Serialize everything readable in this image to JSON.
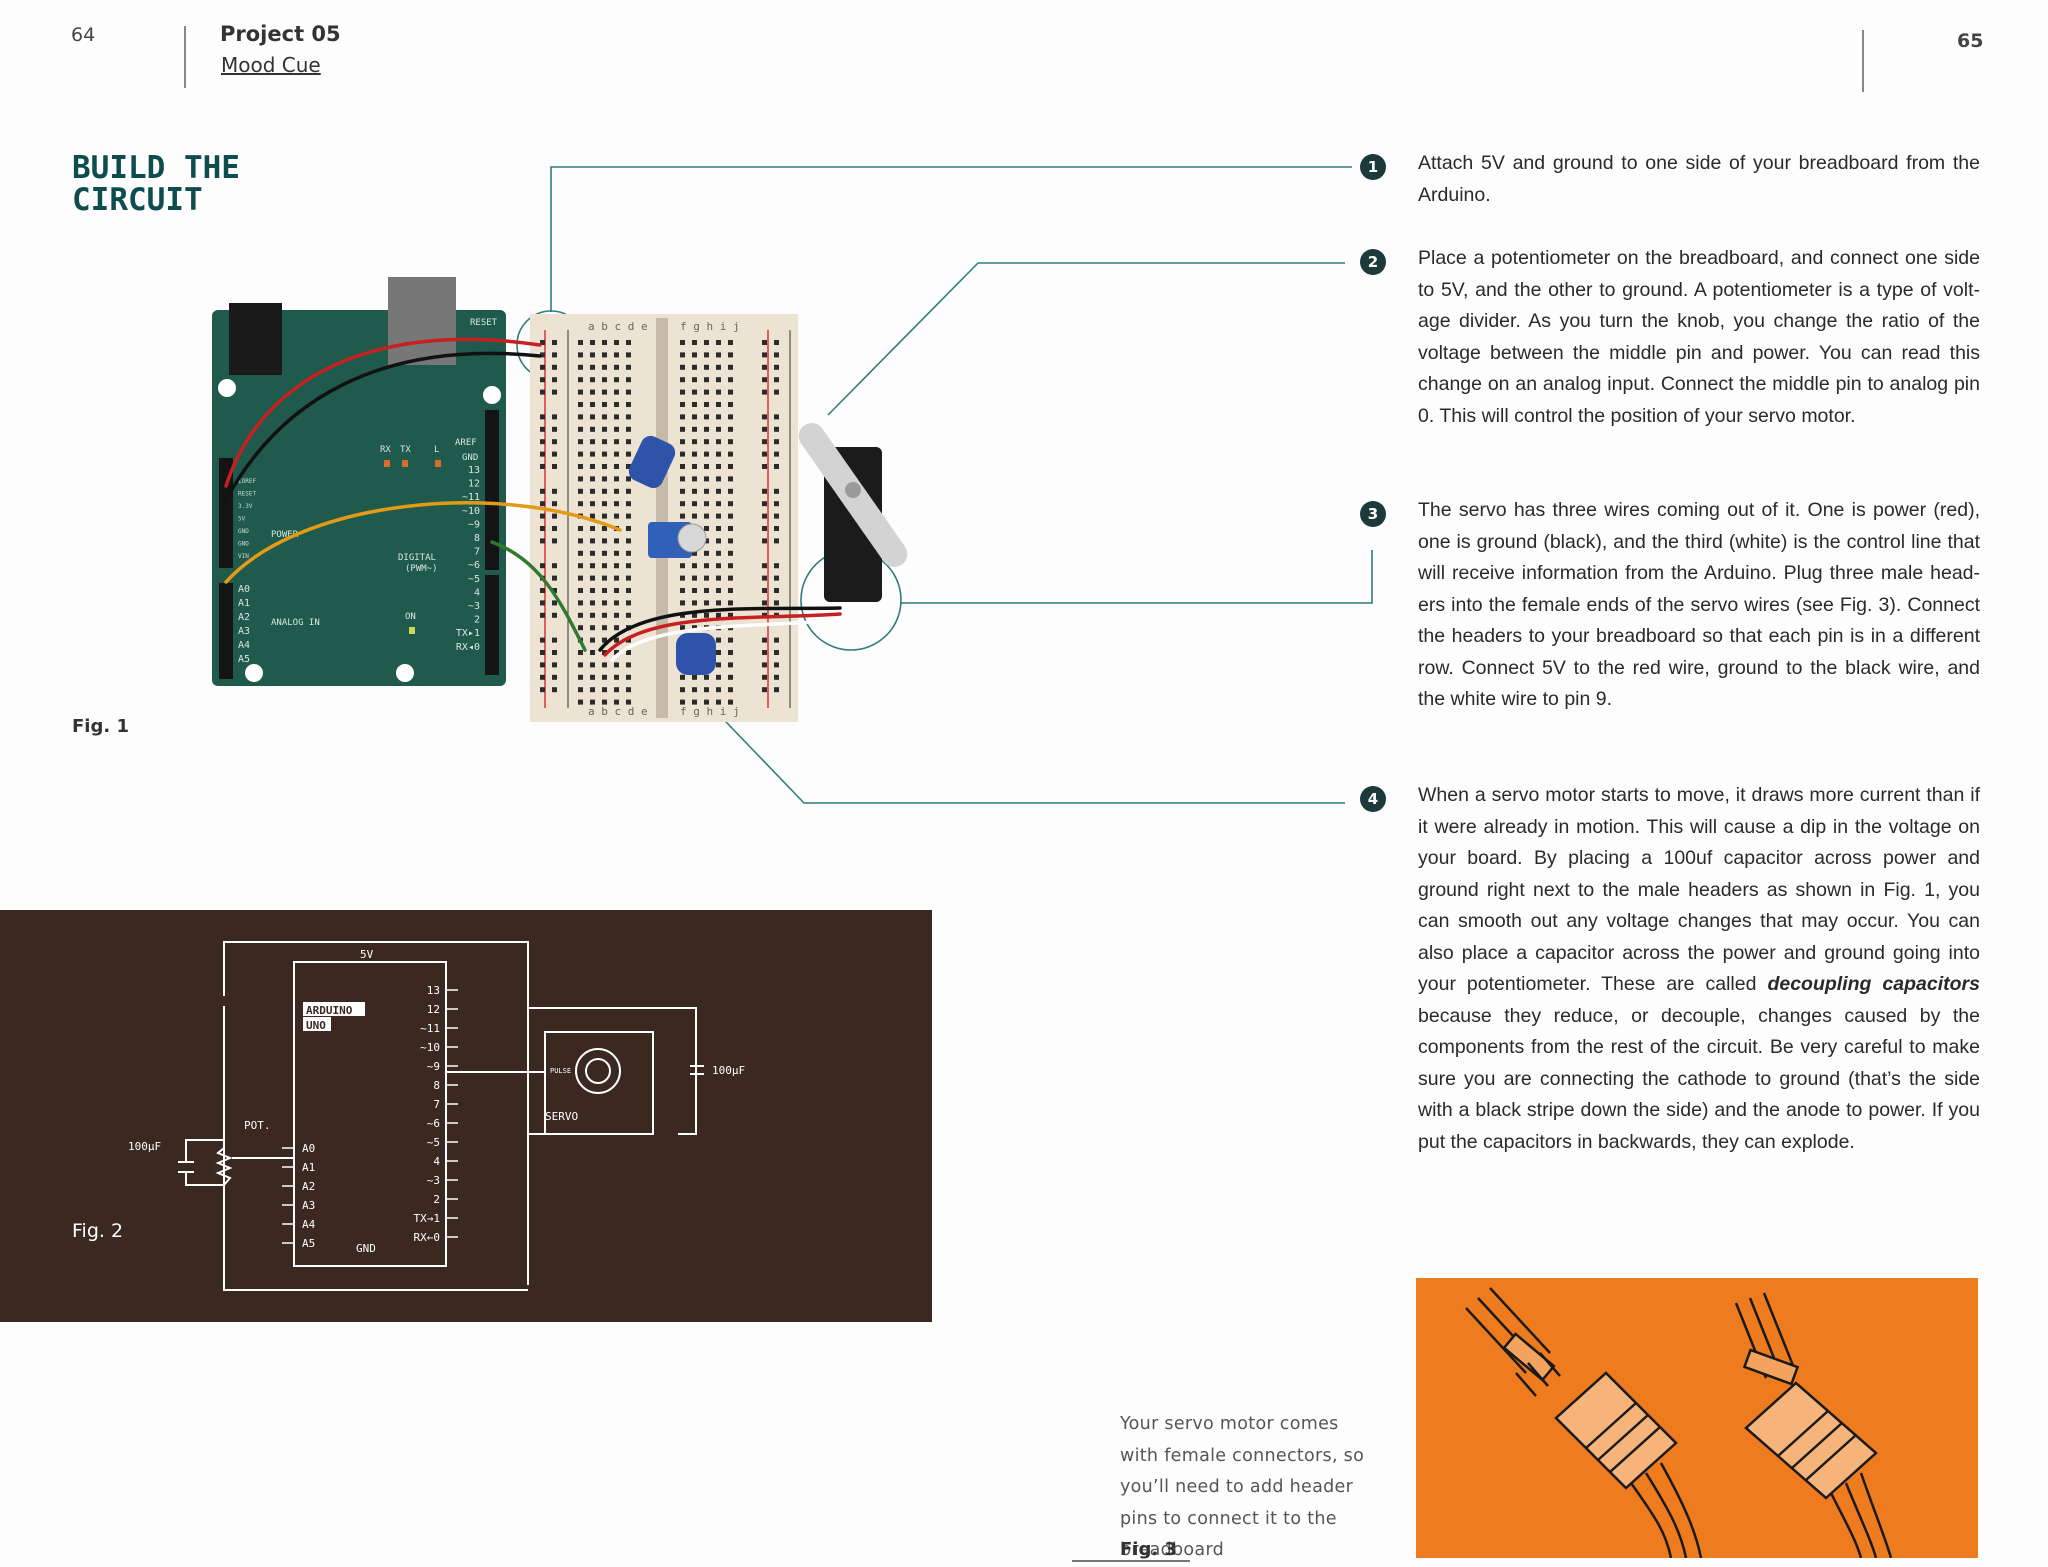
{
  "header": {
    "left_page_number": "64",
    "right_page_number": "65",
    "project_title": "Project 05",
    "project_subtitle": "Mood Cue"
  },
  "section_heading": "BUILD THE\nCIRCUIT",
  "figures": {
    "fig1_label": "Fig. 1",
    "fig2_label": "Fig. 2",
    "fig3_label": "Fig. 3"
  },
  "fig1": {
    "board": {
      "reset": "RESET",
      "aref": "AREF",
      "gnd": "GND",
      "rx": "RX",
      "tx": "TX",
      "l": "L",
      "power": "POWER",
      "digital": "DIGITAL",
      "pwm": "(PWM~)",
      "analog_in": "ANALOG IN",
      "on": "ON",
      "digital_pins": [
        "13",
        "12",
        "~11",
        "~10",
        "~9",
        "8",
        "7",
        "~6",
        "~5",
        "4",
        "~3",
        "2",
        "TX▸1",
        "RX◂0"
      ],
      "analog_pins": [
        "A0",
        "A1",
        "A2",
        "A3",
        "A4",
        "A5"
      ],
      "power_pins": [
        "IOREF",
        "RESET",
        "3.3V",
        "5V",
        "GND",
        "GND",
        "VIN"
      ]
    },
    "breadboard": {
      "columns_left": "a b c d e",
      "columns_right": "f g h i j"
    }
  },
  "schematic": {
    "five_v": "5V",
    "gnd": "GND",
    "board_name_line1": "ARDUINO",
    "board_name_line2": "UNO",
    "pot_label": "POT.",
    "cap_left": "100µF",
    "cap_right": "100µF",
    "servo_label": "SERVO",
    "pulse_label": "PULSE",
    "digital_pins": [
      "13",
      "12",
      "~11",
      "~10",
      "~9",
      "8",
      "7",
      "~6",
      "~5",
      "4",
      "~3",
      "2",
      "TX→1",
      "RX←0"
    ],
    "analog_pins": [
      "A0",
      "A1",
      "A2",
      "A3",
      "A4",
      "A5"
    ]
  },
  "steps": [
    {
      "number": "1",
      "text": "Attach 5V and ground to one side of your breadboard from the Arduino."
    },
    {
      "number": "2",
      "text": "Place a potentiometer on the breadboard, and connect one side to 5V, and the other to ground. A potentiometer is a type of volt-age divider. As you turn the knob, you change the ratio of the voltage between the middle pin and power. You can read this change on an analog input. Connect the middle pin to analog pin 0. This will control the position of your servo motor."
    },
    {
      "number": "3",
      "text": "The servo has three wires coming out of it. One is power (red), one is ground (black), and the third (white) is the control line that will receive information from the Arduino. Plug three male head-ers into the female ends of the servo wires (see Fig. 3). Connect the headers to your breadboard so that each pin is in a different row. Connect 5V to the red wire, ground to the black wire, and the white wire to pin 9."
    },
    {
      "number": "4",
      "text_before": "When a servo motor starts to move, it draws more current than if it were already in motion. This will cause a dip in the voltage on your board. By placing a 100uf capacitor across power and ground right next to the male headers as shown in Fig. 1, you can smooth out any voltage changes that may occur. You can also place a capacitor across the power and ground going into your potentiometer. These are called",
      "emphasis": "decoupling capacitors",
      "text_after": "because they reduce, or decouple, changes caused by the components from the rest of the circuit. Be very careful to make sure you are connecting the cathode to ground (that’s the side with a black stripe down the side) and the anode to power. If you put the capacitors in backwards, they can explode."
    }
  ],
  "fig3_caption": "Your servo motor comes with female connectors, so you’ll need to add header pins to connect it to the breadboard",
  "colors": {
    "heading_teal": "#0e4d4d",
    "board_green": "#1f5a4c",
    "schematic_brown": "#3b2820",
    "fig3_orange": "#ef7b1f",
    "callout_line": "#2f7d7d",
    "marker_dark": "#1d3a3a"
  }
}
